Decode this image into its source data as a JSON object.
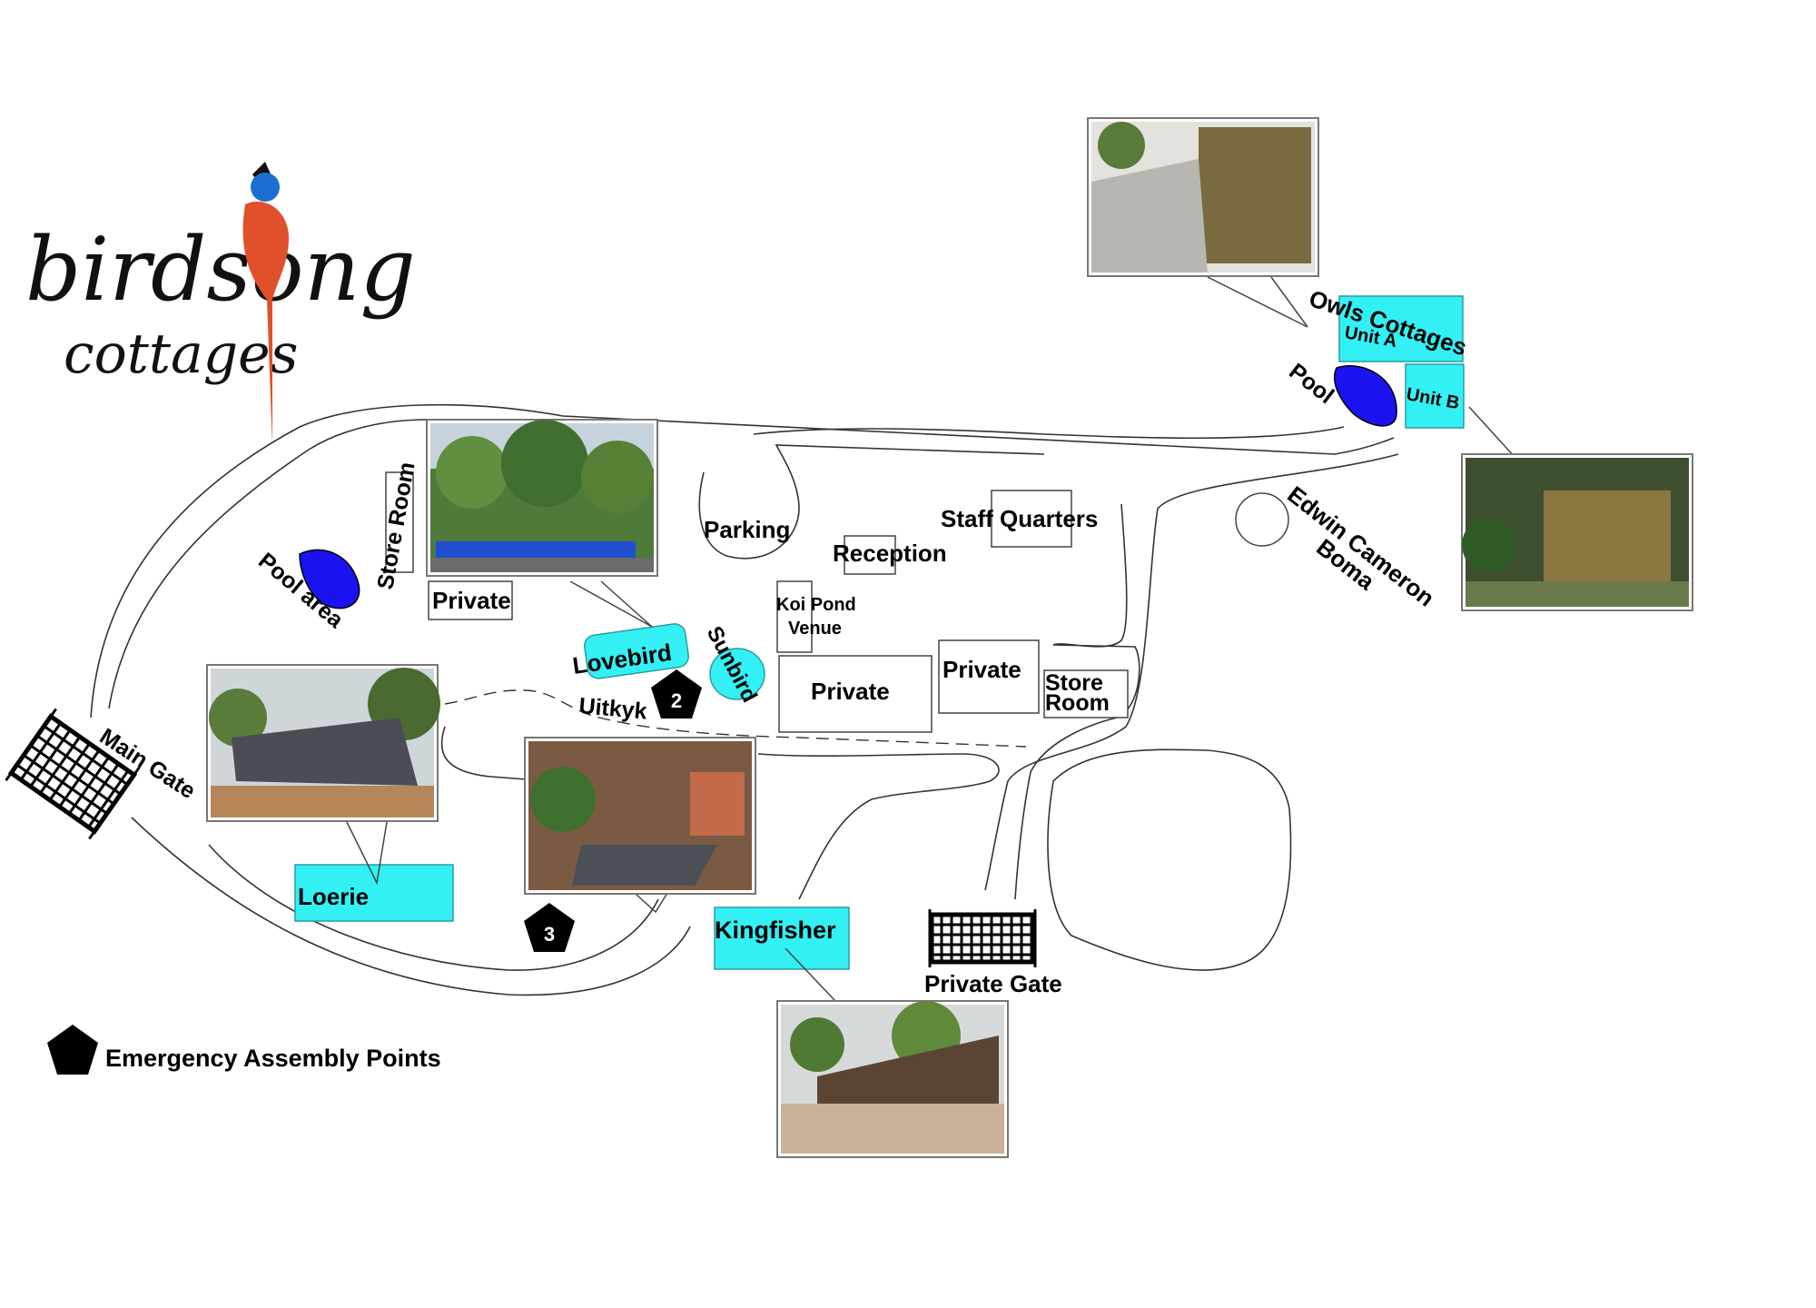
{
  "logo": {
    "line1": "birdsong",
    "line2": "cottages",
    "bird_colors": {
      "body": "#e0502a",
      "head": "#1b6fd0",
      "crest": "#111111"
    }
  },
  "units": {
    "loerie": "Loerie",
    "lovebird": "Lovebird",
    "sunbird": "Sunbird",
    "kingfisher": "Kingfisher",
    "uitkyk": "Uitkyk",
    "owls": "Owls Cottages",
    "unit_a": "Unit A",
    "unit_b": "Unit B"
  },
  "places": {
    "main_gate": "Main Gate",
    "private_gate": "Private Gate",
    "pool_area": "Pool area",
    "pool": "Pool",
    "store_room_vertical": "Store Room",
    "private_1": "Private",
    "private_2": "Private",
    "private_3": "Private",
    "parking": "Parking",
    "reception": "Reception",
    "staff_quarters": "Staff Quarters",
    "koi_line1": "Koi Pond",
    "koi_line2": "Venue",
    "store_line1": "Store",
    "store_line2": "Room",
    "boma_line1": "Edwin Cameron",
    "boma_line2": "Boma"
  },
  "assembly_points": {
    "point_2": "2",
    "point_3": "3"
  },
  "legend": {
    "text": "Emergency Assembly Points",
    "icon": "pentagon-icon"
  },
  "colors": {
    "cottage": "#33f0f4",
    "pool": "#1a12f0",
    "road": "#333333"
  }
}
